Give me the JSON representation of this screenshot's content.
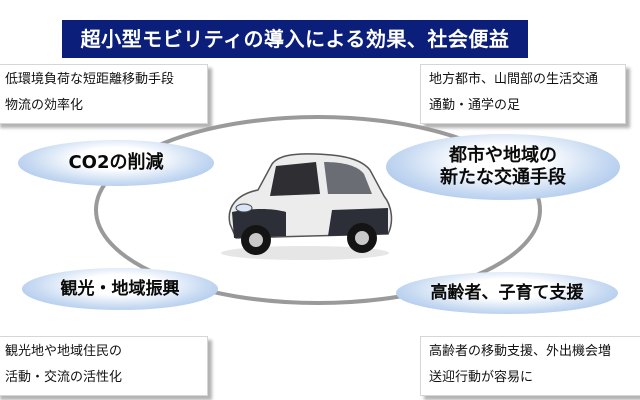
{
  "title": "超小型モビリティの導入による効果、社会便益",
  "notes": {
    "top_left": [
      "低環境負荷な短距離移動手段",
      "物流の効率化"
    ],
    "top_right": [
      "地方都市、山間部の生活交通",
      "通勤・通学の足"
    ],
    "bottom_left": [
      "観光地や地域住民の",
      "活動・交流の活性化"
    ],
    "bottom_right": [
      "高齢者の移動支援、外出機会増",
      "送迎行動が容易に"
    ]
  },
  "benefits": {
    "co2": "CO2の削減",
    "urban": [
      "都市や地域の",
      "新たな交通手段"
    ],
    "tourism": "観光・地域振興",
    "elderly": "高齢者、子育て支援"
  },
  "colors": {
    "title_bg": "#0b1f7a",
    "ellipse_blue": "#93b6e6",
    "ring_gray": "#9a9a9a"
  }
}
